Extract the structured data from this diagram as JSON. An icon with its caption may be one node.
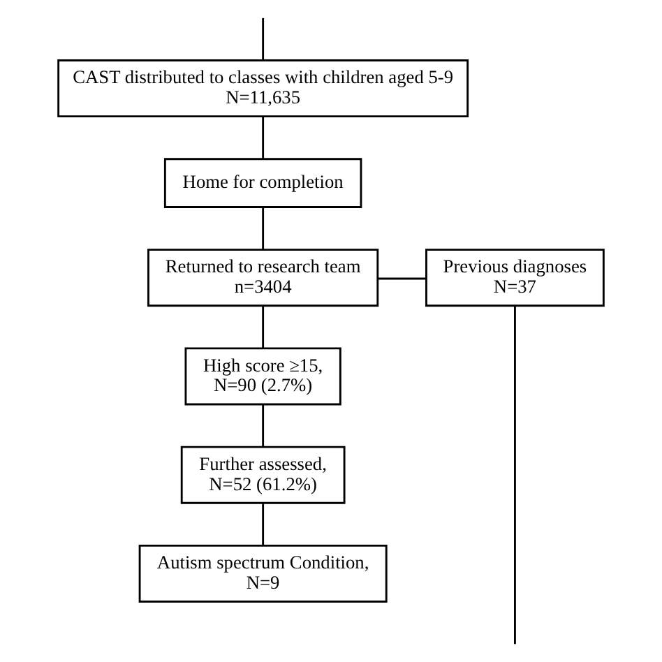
{
  "diagram": {
    "nodes": [
      {
        "text": [
          "CAST distributed to classes with children aged 5-9",
          "N=11,635"
        ]
      },
      {
        "text": [
          "Home for completion"
        ]
      },
      {
        "text": [
          "Returned to research team",
          "n=3404"
        ]
      },
      {
        "text": [
          "Previous diagnoses",
          "N=37"
        ]
      },
      {
        "text": [
          "High score ≥15,",
          "N=90 (2.7%)"
        ]
      },
      {
        "text": [
          "Further assessed,",
          "N=52 (61.2%)"
        ]
      },
      {
        "text": [
          "Autism spectrum Condition,",
          "N=9"
        ]
      }
    ],
    "edges": [
      {
        "from": null,
        "to": 0,
        "arrow": "none"
      },
      {
        "from": 0,
        "to": 1,
        "arrow": "none"
      },
      {
        "from": 1,
        "to": 2,
        "arrow": "none"
      },
      {
        "from": 2,
        "to": 3,
        "arrow": "none"
      },
      {
        "from": 2,
        "to": 4,
        "arrow": "none"
      },
      {
        "from": 4,
        "to": 5,
        "arrow": "none"
      },
      {
        "from": 5,
        "to": 6,
        "arrow": "none"
      },
      {
        "from": 3,
        "to": null,
        "arrow": "none"
      }
    ]
  }
}
